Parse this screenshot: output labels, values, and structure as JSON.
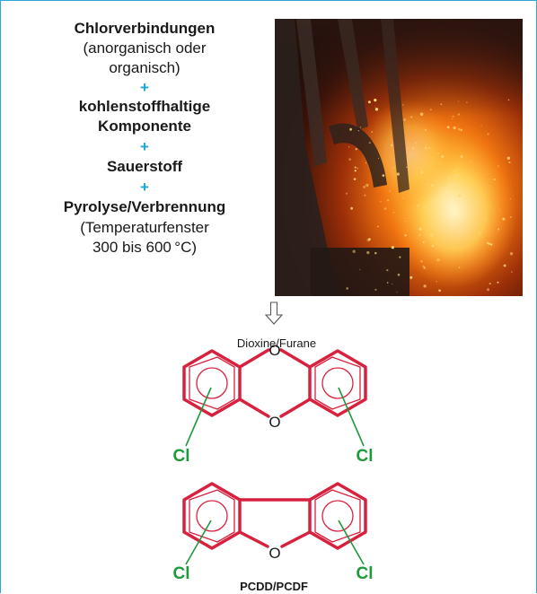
{
  "reactants": {
    "chlorine_title": "Chlorverbindungen",
    "chlorine_note_1": "(anorganisch oder",
    "chlorine_note_2": "organisch)",
    "plus": "+",
    "carbon_1": "kohlenstoffhaltige",
    "carbon_2": "Komponente",
    "oxygen": "Sauerstoff",
    "process": "Pyrolyse/Verbrennung",
    "process_note_1": "(Temperaturfenster",
    "process_note_2": "300 bis 600 °C)"
  },
  "products": {
    "title": "Dioxine/Furane",
    "oxygen_atom": "O",
    "chlorine_atom": "Cl",
    "caption": "PCDD/PCDF"
  },
  "colors": {
    "ring": "#d8213e",
    "bond": "#1e9a3c",
    "plus": "#1aa6d6",
    "frame": "#2aa8d8"
  }
}
